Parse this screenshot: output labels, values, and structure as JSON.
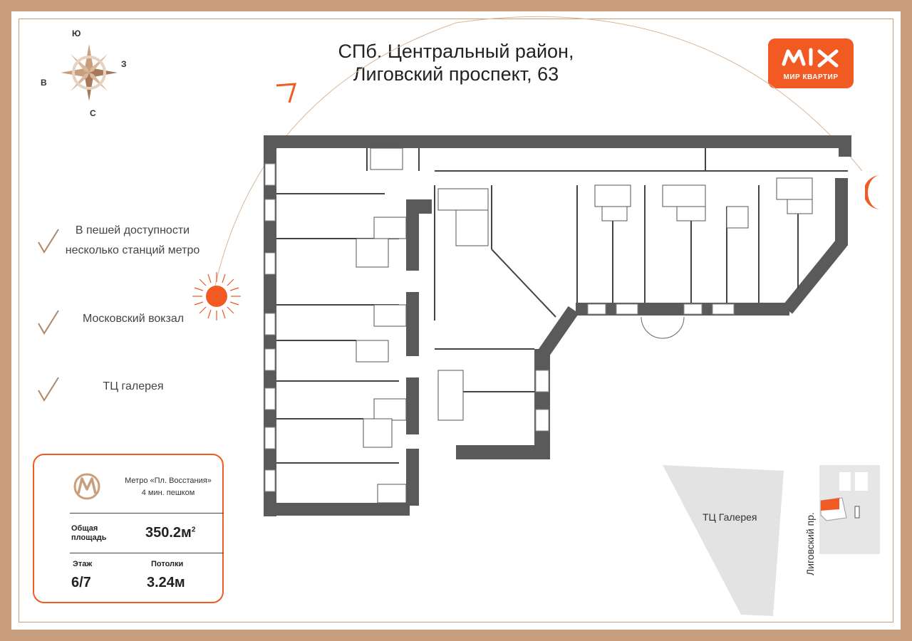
{
  "header": {
    "address_line1": "СПб. Центральный район,",
    "address_line2": "Лиговский проспект, 63"
  },
  "logo": {
    "text": "МИР КВАРТИР",
    "icon": "mk-logo-icon",
    "color": "#f15a22"
  },
  "compass": {
    "north": "С",
    "south": "Ю",
    "east": "В",
    "west": "З"
  },
  "features": [
    {
      "text_line1": "В пешей доступности",
      "text_line2": "несколько станций метро"
    },
    {
      "text_line1": "Московский вокзал"
    },
    {
      "text_line1": "ТЦ галерея"
    }
  ],
  "info": {
    "metro_line1": "Метро «Пл. Восстания»",
    "metro_line2": "4 мин. пешком",
    "area_label_line1": "Общая",
    "area_label_line2": "площадь",
    "area_value": "350.2м",
    "area_sup": "2",
    "floor_label": "Этаж",
    "floor_value": "6/7",
    "ceiling_label": "Потолки",
    "ceiling_value": "3.24м"
  },
  "sitemap": {
    "mall_label": "ТЦ Галерея",
    "street_label": "Лиговский пр."
  },
  "colors": {
    "accent": "#f15a22",
    "frame": "#c99e7c",
    "wall": "#5a5a5a"
  }
}
